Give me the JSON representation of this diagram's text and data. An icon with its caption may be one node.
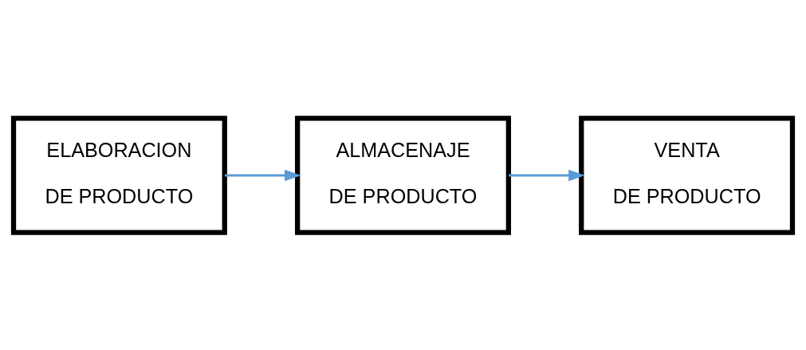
{
  "diagram": {
    "nodes": [
      {
        "text": [
          "ELABORACION DE PRODUCTO"
        ]
      },
      {
        "text": [
          "ALMACENAJE DE PRODUCTO"
        ]
      },
      {
        "text": [
          "VENTA DE PRODUCTO"
        ]
      }
    ],
    "edges": [
      {
        "from": 0,
        "to": 1,
        "arrow": "to"
      },
      {
        "from": 1,
        "to": 2,
        "arrow": "to"
      }
    ]
  }
}
